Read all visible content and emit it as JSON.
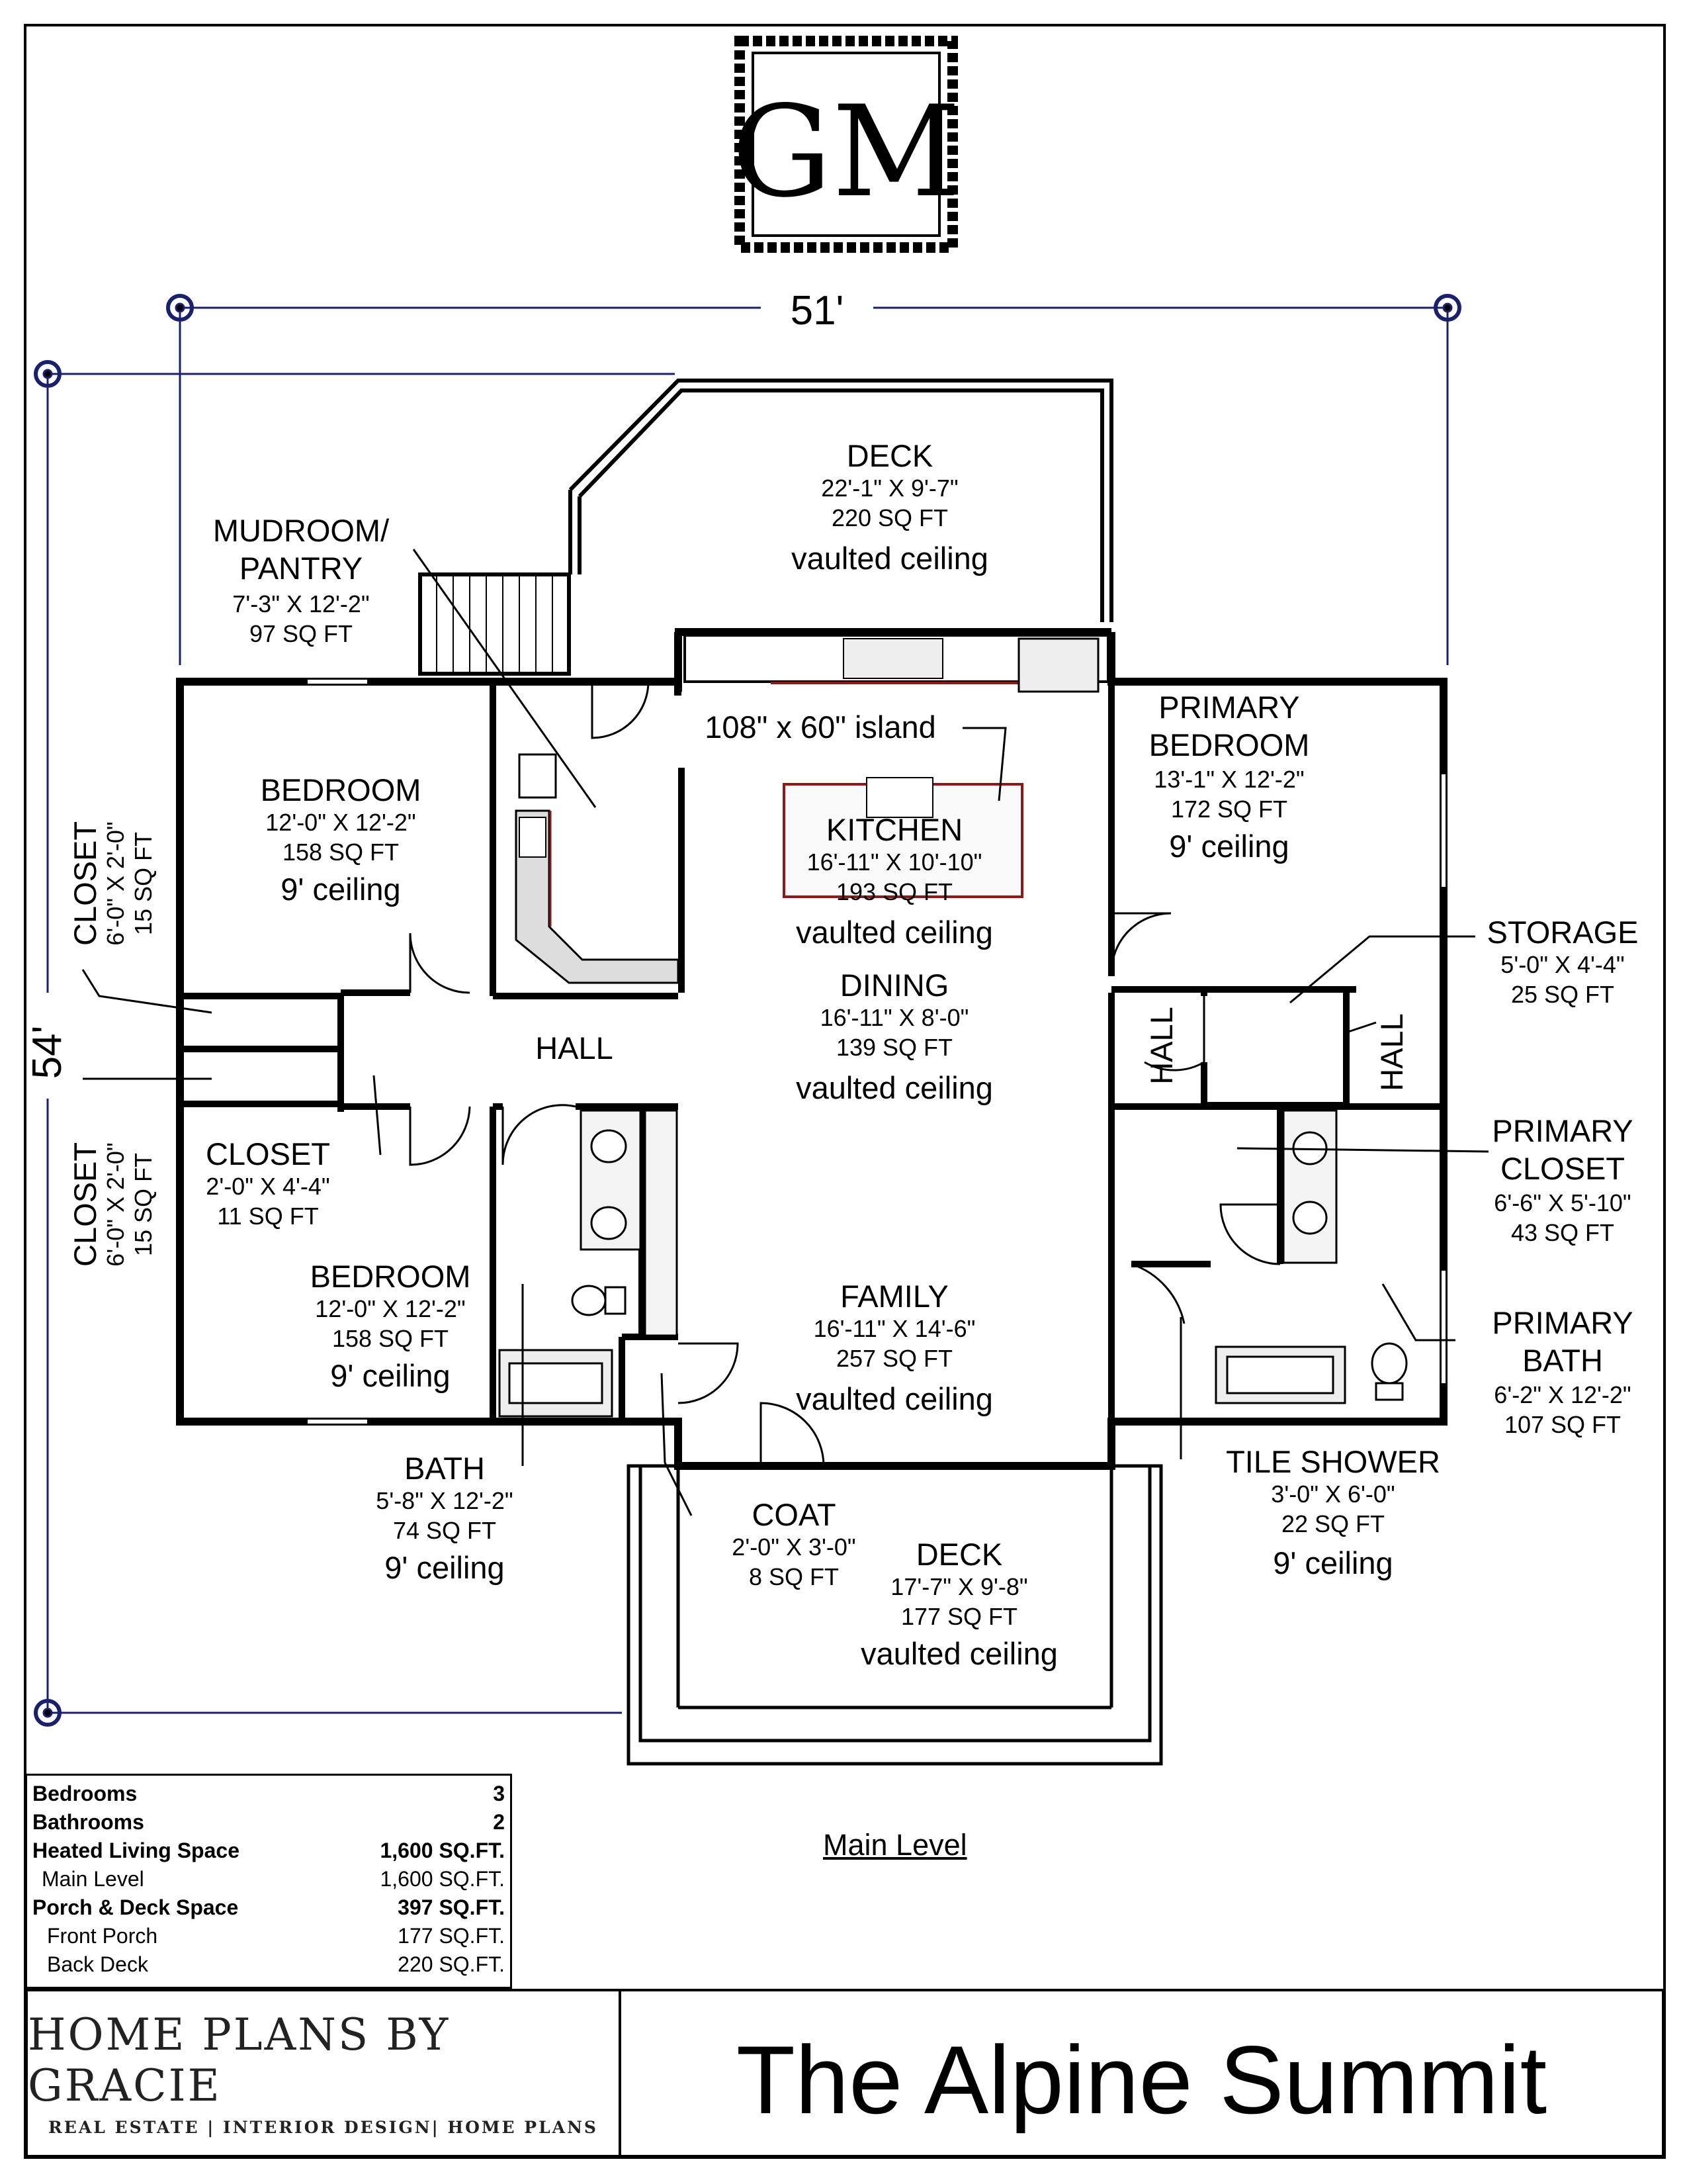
{
  "plan": {
    "logo_text": "GM",
    "dim_width": "51'",
    "dim_depth": "54'",
    "level_label": "Main Level",
    "rooms": {
      "deck_back": {
        "name": "DECK",
        "dims": "22'-1\" X 9'-7\"",
        "area": "220 SQ FT",
        "ceiling": "vaulted ceiling"
      },
      "mudroom": {
        "name1": "MUDROOM/",
        "name2": "PANTRY",
        "dims": "7'-3\" X 12'-2\"",
        "area": "97 SQ FT"
      },
      "island": {
        "label": "108\" x 60\" island"
      },
      "kitchen": {
        "name": "KITCHEN",
        "dims": "16'-11\" X 10'-10\"",
        "area": "193 SQ FT",
        "ceiling": "vaulted ceiling"
      },
      "dining": {
        "name": "DINING",
        "dims": "16'-11\" X 8'-0\"",
        "area": "139 SQ FT",
        "ceiling": "vaulted ceiling"
      },
      "family": {
        "name": "FAMILY",
        "dims": "16'-11\" X 14'-6\"",
        "area": "257 SQ FT",
        "ceiling": "vaulted ceiling"
      },
      "bedroom1": {
        "name": "BEDROOM",
        "dims": "12'-0\" X 12'-2\"",
        "area": "158 SQ FT",
        "ceiling": "9' ceiling"
      },
      "bedroom2": {
        "name": "BEDROOM",
        "dims": "12'-0\" X 12'-2\"",
        "area": "158 SQ FT",
        "ceiling": "9' ceiling"
      },
      "closet_top": {
        "name": "CLOSET",
        "dims": "6'-0\" X 2'-0\"",
        "area": "15 SQ FT"
      },
      "closet_bottom": {
        "name": "CLOSET",
        "dims": "6'-0\" X 2'-0\"",
        "area": "15 SQ FT"
      },
      "closet_hall": {
        "name": "CLOSET",
        "dims": "2'-0\" X 4'-4\"",
        "area": "11 SQ FT"
      },
      "hall": {
        "name": "HALL"
      },
      "hall_right1": {
        "name": "HALL"
      },
      "hall_right2": {
        "name": "HALL"
      },
      "bath": {
        "name": "BATH",
        "dims": "5'-8\" X 12'-2\"",
        "area": "74 SQ FT",
        "ceiling": "9' ceiling"
      },
      "coat": {
        "name": "COAT",
        "dims": "2'-0\" X 3'-0\"",
        "area": "8 SQ FT"
      },
      "deck_front": {
        "name": "DECK",
        "dims": "17'-7\" X 9'-8\"",
        "area": "177 SQ FT",
        "ceiling": "vaulted ceiling"
      },
      "primary_bedroom": {
        "name1": "PRIMARY",
        "name2": "BEDROOM",
        "dims": "13'-1\" X 12'-2\"",
        "area": "172 SQ FT",
        "ceiling": "9' ceiling"
      },
      "storage": {
        "name": "STORAGE",
        "dims": "5'-0\" X 4'-4\"",
        "area": "25 SQ FT"
      },
      "primary_closet": {
        "name1": "PRIMARY",
        "name2": "CLOSET",
        "dims": "6'-6\" X 5'-10\"",
        "area": "43 SQ FT"
      },
      "primary_bath": {
        "name1": "PRIMARY",
        "name2": "BATH",
        "dims": "6'-2\" X 12'-2\"",
        "area": "107 SQ FT"
      },
      "tile_shower": {
        "name": "TILE SHOWER",
        "dims": "3'-0\" X 6'-0\"",
        "area": "22 SQ FT",
        "ceiling": "9' ceiling"
      }
    }
  },
  "legend": {
    "rows": [
      {
        "label": "Bedrooms",
        "value": "3",
        "bold": true,
        "indent": 0
      },
      {
        "label": "Bathrooms",
        "value": "2",
        "bold": true,
        "indent": 0
      },
      {
        "label": "Heated Living Space",
        "value": "1,600 SQ.FT.",
        "bold": true,
        "indent": 0
      },
      {
        "label": "Main Level",
        "value": "1,600 SQ.FT.",
        "bold": false,
        "indent": 1
      },
      {
        "label": "Porch & Deck Space",
        "value": "397 SQ.FT.",
        "bold": true,
        "indent": 0
      },
      {
        "label": "Front Porch",
        "value": "177 SQ.FT.",
        "bold": false,
        "indent": 2
      },
      {
        "label": "Back Deck",
        "value": "220 SQ.FT.",
        "bold": false,
        "indent": 2
      }
    ]
  },
  "title_block": {
    "brand_name": "HOME PLANS BY GRACIE",
    "brand_tagline": "REAL ESTATE | INTERIOR DESIGN| HOME PLANS",
    "plan_title": "The Alpine Summit"
  },
  "colors": {
    "dimension_line": "#1a1f6e",
    "counter_accent": "#8b1a1a",
    "wall": "#000000"
  }
}
